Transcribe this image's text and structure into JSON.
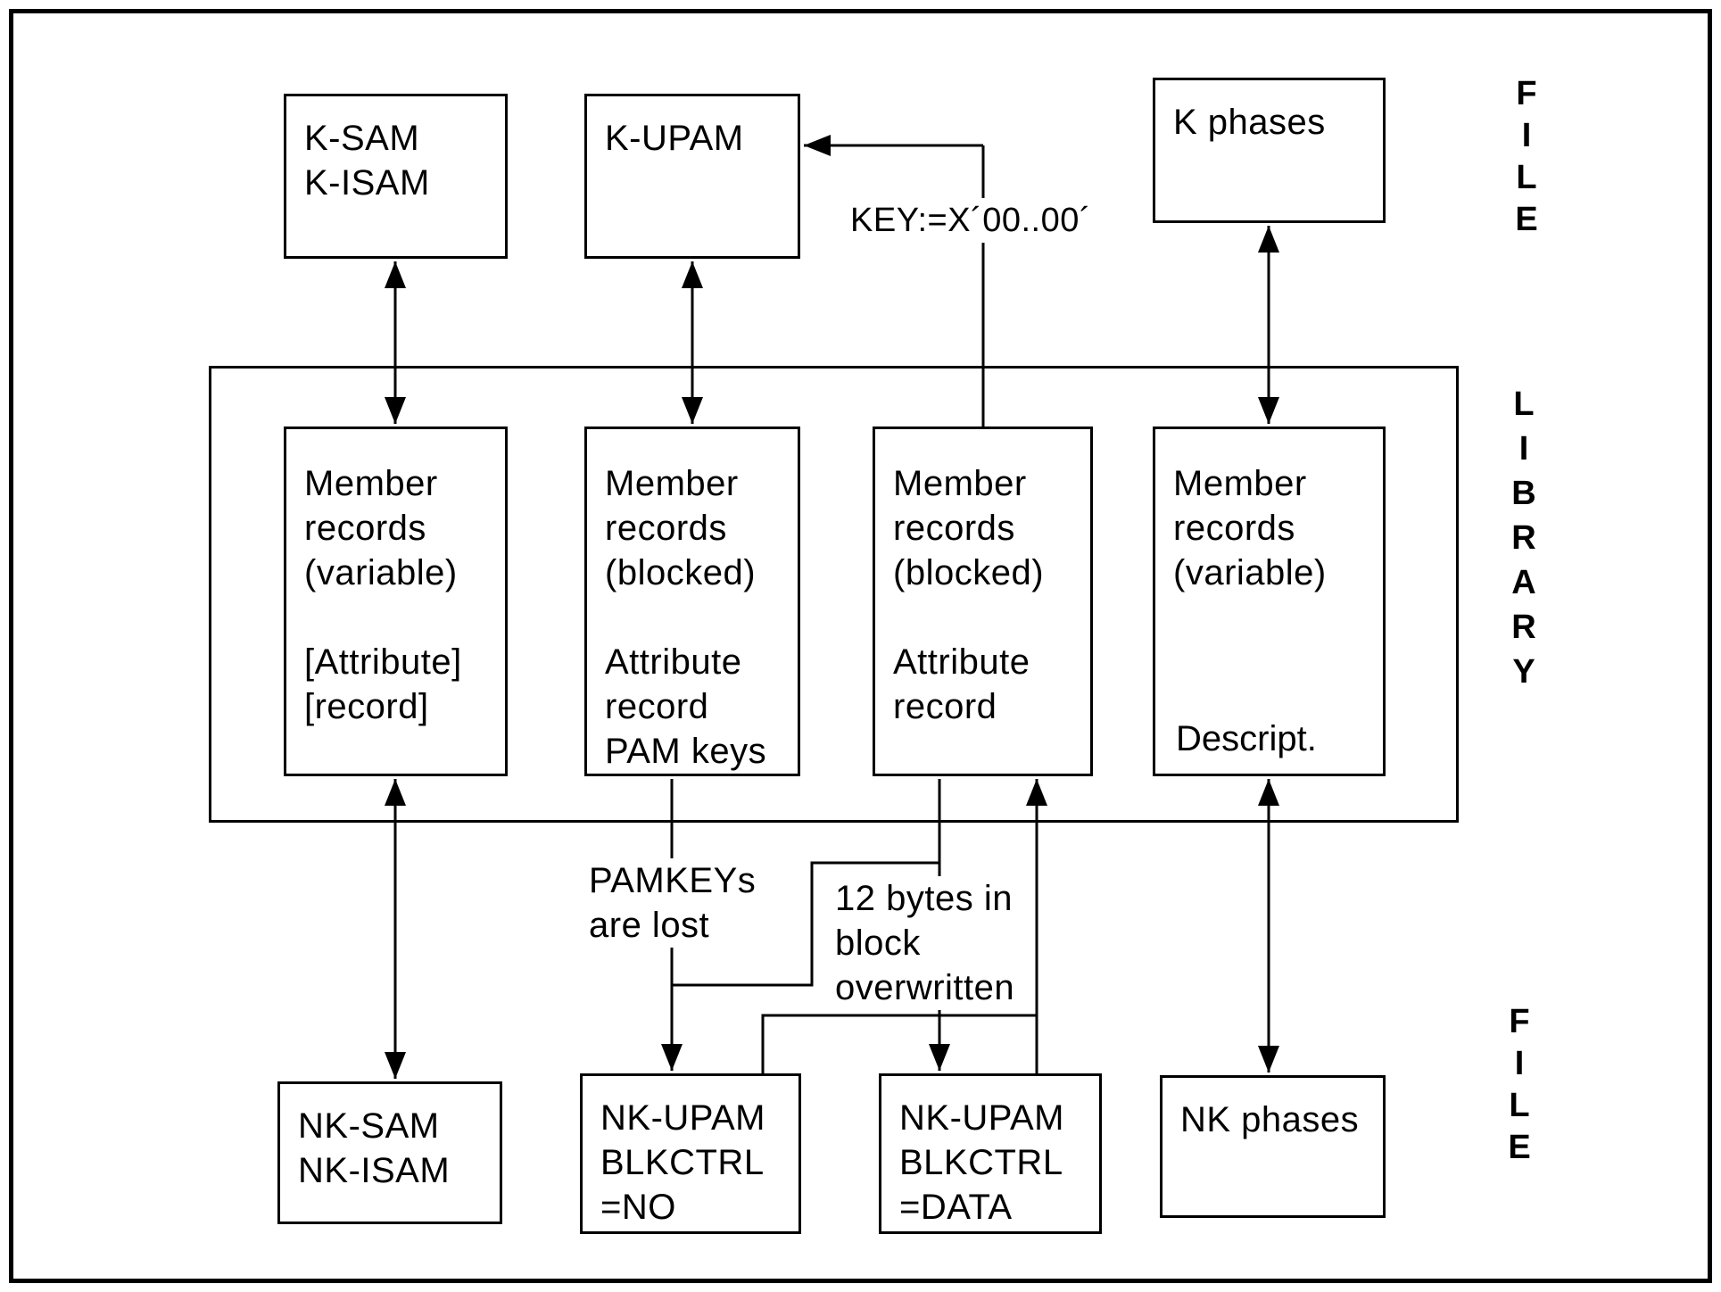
{
  "diagram": {
    "top_row": {
      "ksam": {
        "label": "K-SAM\nK-ISAM"
      },
      "kupam": {
        "label": "K-UPAM"
      },
      "kphases": {
        "label": "K phases"
      }
    },
    "library": {
      "col1": {
        "label": "Member\nrecords\n(variable)\n\n[Attribute]\n[record]"
      },
      "col2": {
        "label": "Member\nrecords\n(blocked)\n\nAttribute\nrecord\nPAM keys"
      },
      "col3": {
        "label": "Member\nrecords\n(blocked)\n\nAttribute\nrecord"
      },
      "col4": {
        "label": "Member\nrecords\n(variable)",
        "footer": "Descript."
      }
    },
    "bottom_row": {
      "nksam": {
        "label": "NK-SAM\nNK-ISAM"
      },
      "nkupam_no": {
        "label": "NK-UPAM\nBLKCTRL\n=NO"
      },
      "nkupam_data": {
        "label": "NK-UPAM\nBLKCTRL\n=DATA"
      },
      "nkphases": {
        "label": "NK phases"
      }
    },
    "annotations": {
      "key_assign": "KEY:=X´00..00´",
      "pamkeys_lost": "PAMKEYs\nare lost",
      "bytes_overwritten": "12 bytes in\nblock\noverwritten"
    },
    "side_labels": {
      "file_top": "FILE",
      "library": "LIBRARY",
      "file_bottom": "FILE"
    },
    "colors": {
      "ink": "#000000",
      "background": "#ffffff"
    }
  }
}
